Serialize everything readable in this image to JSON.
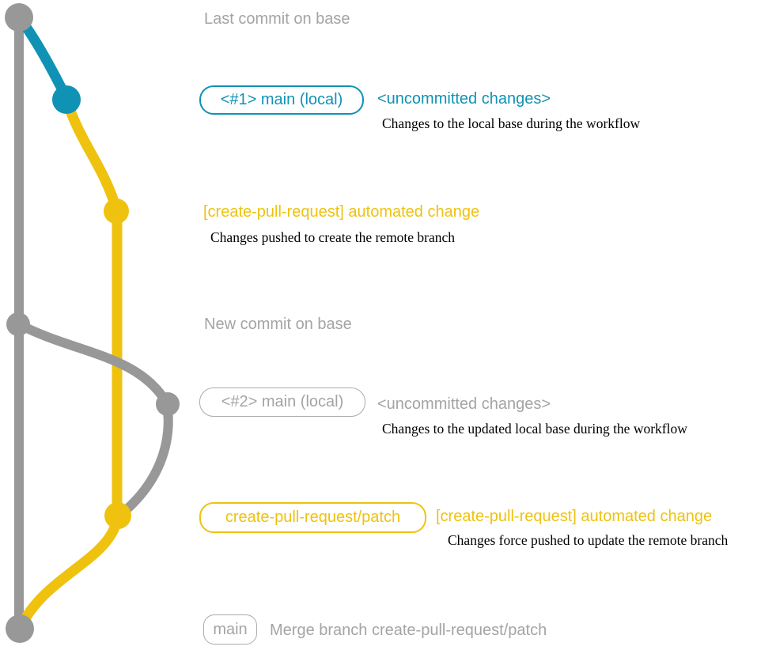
{
  "diagram_title": "create-pull-request workflow git graph",
  "colors": {
    "gray": "#989898",
    "gray-text": "#a4a4a4",
    "gray-border": "#ababab",
    "blue": "#1092b4",
    "yellow": "#eec20e",
    "ink": "#000000",
    "bg": "#ffffff"
  },
  "graph": {
    "branches": [
      {
        "name": "base",
        "color": "#989898"
      },
      {
        "name": "main-local-1",
        "color": "#1092b4"
      },
      {
        "name": "create-pull-request/patch",
        "color": "#eec20e"
      },
      {
        "name": "main-local-2",
        "color": "#989898"
      }
    ],
    "commits": [
      {
        "id": "last-commit-on-base",
        "branch": "base",
        "color": "#989898"
      },
      {
        "id": "main-local-1-uncommitted",
        "branch": "main-local-1",
        "color": "#1092b4"
      },
      {
        "id": "automated-change-1",
        "branch": "create-pull-request/patch",
        "color": "#eec20e"
      },
      {
        "id": "new-commit-on-base",
        "branch": "base",
        "color": "#989898"
      },
      {
        "id": "main-local-2-uncommitted",
        "branch": "main-local-2",
        "color": "#989898"
      },
      {
        "id": "automated-change-2-force-push",
        "branch": "create-pull-request/patch",
        "color": "#eec20e"
      },
      {
        "id": "merge-commit",
        "branch": "base",
        "color": "#989898"
      }
    ]
  },
  "annotations": {
    "last_commit": {
      "title": "Last commit on base"
    },
    "local1": {
      "badge": "<#1> main (local)",
      "heading": "<uncommitted changes>",
      "desc": "Changes to the local base during the workflow"
    },
    "auto1": {
      "heading": "[create-pull-request] automated change",
      "desc": "Changes pushed to create the remote branch"
    },
    "new_commit": {
      "title": "New commit on base"
    },
    "local2": {
      "badge": "<#2> main (local)",
      "heading": "<uncommitted changes>",
      "desc": "Changes to the updated local base during the workflow"
    },
    "auto2": {
      "badge": "create-pull-request/patch",
      "heading": "[create-pull-request] automated change",
      "desc": "Changes force pushed to update the remote branch"
    },
    "merge": {
      "badge": "main",
      "text": "Merge branch create-pull-request/patch"
    }
  }
}
